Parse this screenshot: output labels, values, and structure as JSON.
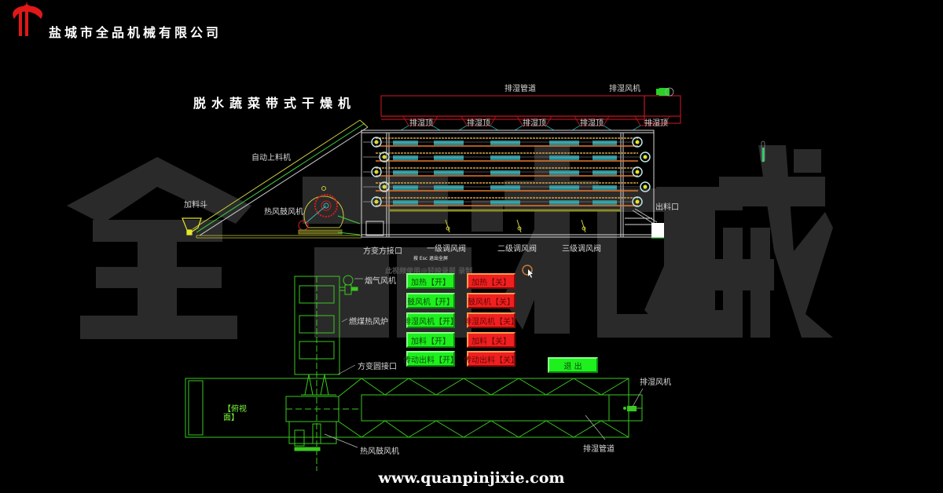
{
  "brand": {
    "company_name": "盐城市全品机械有限公司",
    "logo_icon": "qp-logo-icon",
    "watermark_text": "全品机械",
    "website": "www.quanpinjixie.com",
    "colors": {
      "logo_red": "#e01818",
      "watermark": "#2a2a2a"
    }
  },
  "diagram": {
    "title": "脱水蔬菜带式干燥机",
    "side_view_labels": {
      "exhaust_duct": "排湿管道",
      "exhaust_fan": "排湿风机",
      "exhaust_hoods": [
        "排湿顶",
        "排湿顶",
        "排湿顶",
        "排湿顶",
        "排湿顶"
      ],
      "auto_feeder": "自动上料机",
      "hopper": "加料斗",
      "hot_air_blower": "热风鼓风机",
      "outlet": "出料口",
      "square_interface": "方变方接口",
      "damper_1": "一级调风阀",
      "damper_2": "二级调风阀",
      "damper_3": "三级调风阀"
    },
    "top_view_labels": {
      "flue_fan": "烟气风机",
      "coal_furnace": "燃煤热风炉",
      "round_interface": "方变圆接口",
      "top_view": "【俯视面】",
      "hot_air_blower": "热风鼓风机",
      "exhaust_fan": "排湿风机",
      "exhaust_duct": "排湿管道"
    },
    "colors": {
      "cad_green": "#39c81e",
      "duct_red": "#b0141e",
      "panel_teal": "#1e8c96",
      "belt_orange": "#e8782a",
      "frame_white": "#d8d8d8",
      "feeder_yellow": "#c8c83c"
    }
  },
  "overlay": {
    "esc_hint": "按 Esc 退出全屏",
    "recording_notice": "此视频使用@轻映录屏 录制"
  },
  "controls": {
    "on_buttons": [
      "加热【开】",
      "鼓风机【开】",
      "排湿风机【开】",
      "加料【开】",
      "传动出料【开】"
    ],
    "off_buttons": [
      "加热【关】",
      "鼓风机【关】",
      "排湿风机【关】",
      "加料【关】",
      "传动出料【关】"
    ],
    "exit_button": "退 出",
    "colors": {
      "on": "#1ef01e",
      "off": "#f02020"
    }
  }
}
